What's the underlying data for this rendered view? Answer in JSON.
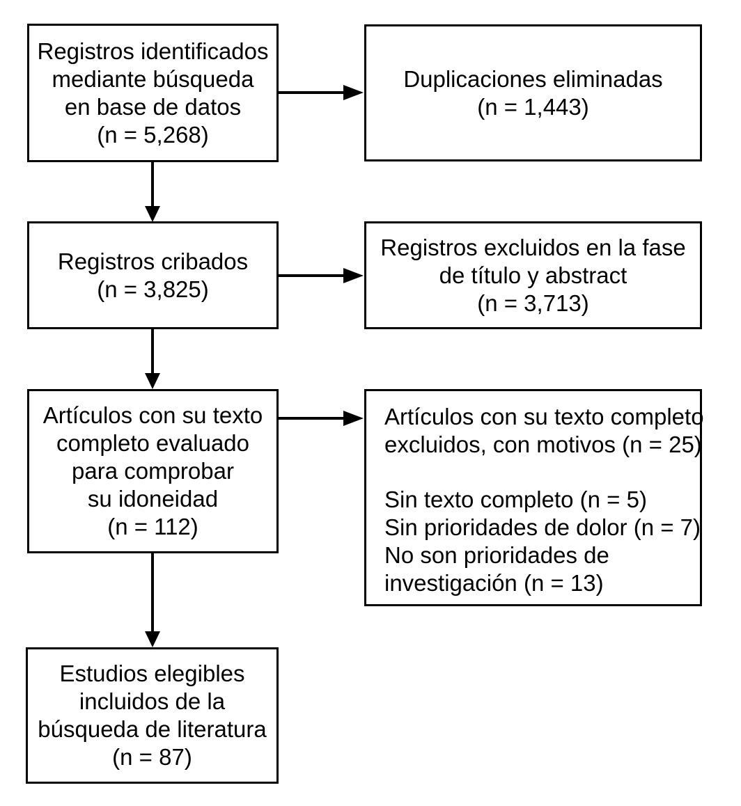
{
  "diagram": {
    "type": "prisma-flow-diagram",
    "language": "es",
    "stroke_color": "#000000",
    "background_color": "#ffffff",
    "text_color": "#000000",
    "boxes": [
      {
        "id": "identified",
        "align": "center",
        "lines": [
          "Registros identificados",
          "mediante búsqueda",
          "en base de datos",
          "(n = 5,268)"
        ]
      },
      {
        "id": "duplicates-removed",
        "align": "center",
        "lines": [
          "Duplicaciones eliminadas",
          "(n = 1,443)"
        ]
      },
      {
        "id": "screened",
        "align": "center",
        "lines": [
          "Registros cribados",
          "(n = 3,825)"
        ]
      },
      {
        "id": "excluded-title-abstract",
        "align": "center",
        "lines": [
          "Registros excluidos en la fase",
          "de título y abstract",
          "(n = 3,713)"
        ]
      },
      {
        "id": "fulltext-assessed",
        "align": "center",
        "lines": [
          "Artículos con su texto",
          "completo evaluado",
          "para comprobar",
          "su idoneidad",
          "(n = 112)"
        ]
      },
      {
        "id": "fulltext-excluded",
        "align": "left",
        "lines": [
          "Artículos con su texto completo",
          "excluidos, con motivos (n = 25)",
          "",
          "Sin texto completo (n = 5)",
          "Sin prioridades de dolor (n = 7)",
          "No son prioridades de",
          "investigación (n = 13)"
        ]
      },
      {
        "id": "included",
        "align": "center",
        "lines": [
          "Estudios elegibles",
          "incluidos de la",
          "búsqueda de literatura",
          "(n = 87)"
        ]
      }
    ],
    "counts": {
      "identified": 5268,
      "duplicates_removed": 1443,
      "screened": 3825,
      "excluded_title_abstract": 3713,
      "fulltext_assessed": 112,
      "fulltext_excluded_total": 25,
      "no_fulltext": 5,
      "no_pain_priorities": 7,
      "not_research_priorities": 13,
      "included": 87
    },
    "connectors": [
      {
        "id": "identified-to-duplicates",
        "direction": "right"
      },
      {
        "id": "identified-to-screened",
        "direction": "down"
      },
      {
        "id": "screened-to-excluded",
        "direction": "right"
      },
      {
        "id": "screened-to-fulltext",
        "direction": "down"
      },
      {
        "id": "fulltext-to-excluded",
        "direction": "right"
      },
      {
        "id": "fulltext-to-included",
        "direction": "down"
      }
    ]
  }
}
